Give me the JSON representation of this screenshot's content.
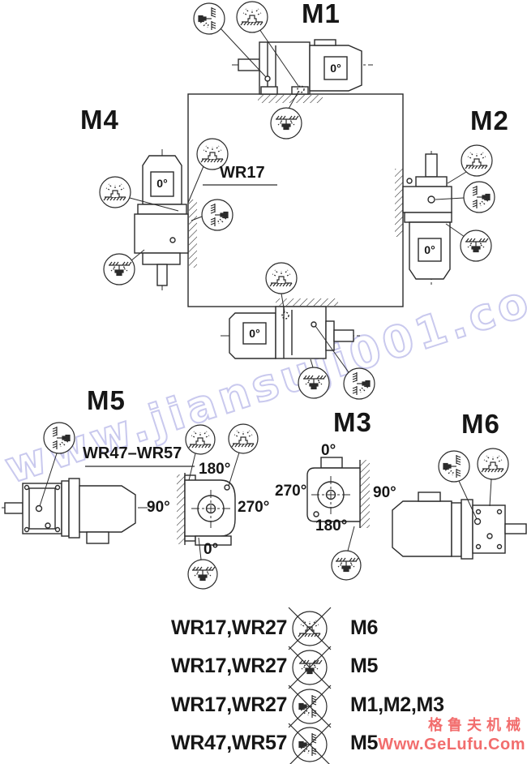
{
  "diagram": {
    "position_labels": {
      "m1": "M1",
      "m2": "M2",
      "m3": "M3",
      "m4": "M4",
      "m5": "M5",
      "m6": "M6"
    },
    "series_labels": {
      "wr17": "WR17",
      "wr47_wr57": "WR47–WR57"
    },
    "motor_dial": "0°",
    "m5_end_view_angles": {
      "top": "180°",
      "left": "90°",
      "right": "270°",
      "bottom": "0°"
    },
    "m3_end_view_angles": {
      "top": "0°",
      "left": "270°",
      "right": "90°",
      "bottom": "180°"
    },
    "plug_symbols": {
      "breather": "breather-vent-plug",
      "level": "oil-level-plug",
      "drain": "oil-drain-plug"
    }
  },
  "legend_table": {
    "rows": [
      {
        "models": "WR17,WR27",
        "symbol": "breather-vent-plug-crossed",
        "positions": "M6"
      },
      {
        "models": "WR17,WR27",
        "symbol": "oil-drain-plug-crossed",
        "positions": "M5"
      },
      {
        "models": "WR17,WR27",
        "symbol": "oil-level-plug-crossed",
        "positions": "M1,M2,M3"
      },
      {
        "models": "WR47,WR57",
        "symbol": "oil-level-plug-crossed",
        "positions": "M5"
      }
    ]
  },
  "watermark": {
    "text": "www.jiansuji001.com",
    "color": "#c9c9ee"
  },
  "footer": {
    "brand_cn": "格鲁夫机械",
    "brand_url": "Www.GeLufu.Com",
    "color": "#f26d6d"
  }
}
